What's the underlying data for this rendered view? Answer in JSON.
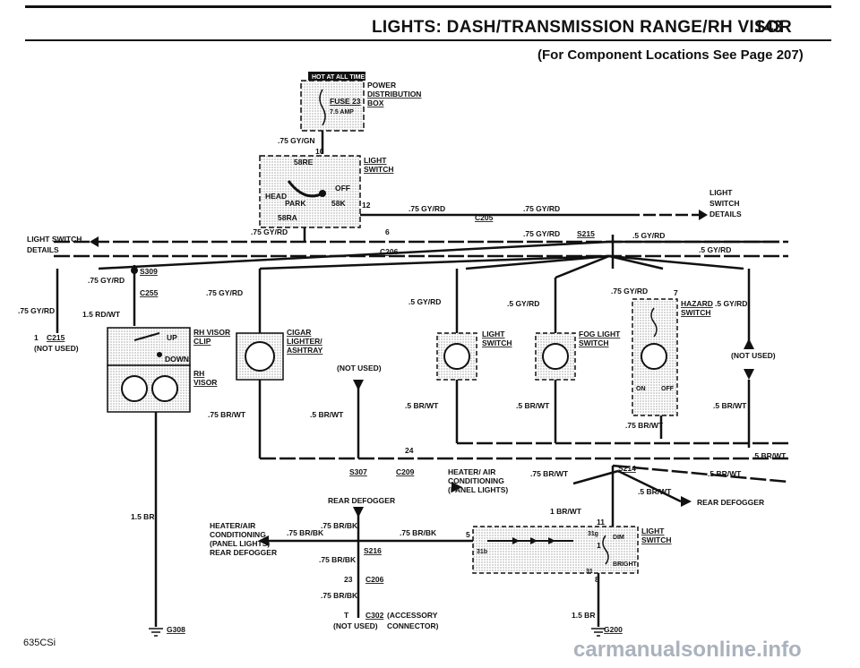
{
  "header": {
    "title": "LIGHTS: DASH/TRANSMISSION RANGE/RH VISOR",
    "page_number": "143",
    "subtitle": "(For Component Locations See Page 207)"
  },
  "footer": {
    "model": "635CSi",
    "watermark": "carmanualsonline.info"
  },
  "power_box": {
    "badge": "HOT AT ALL TIMES",
    "fuse": "FUSE 23",
    "amp": "7.5 AMP",
    "title_1": "POWER",
    "title_2": "DISTRIBUTION",
    "title_3": "BOX"
  },
  "light_switch_top": {
    "pin_in": "10",
    "pin_58re": "58RE",
    "head": "HEAD",
    "off": "OFF",
    "park": "PARK",
    "pin_58k": "58K",
    "pin_12": "12",
    "pin_58ra": "58RA",
    "name_1": "LIGHT",
    "name_2": "SWITCH"
  },
  "wires": {
    "gy_gn": ".75 GY/GN",
    "gy_rd_75": ".75 GY/RD",
    "gy_rd_5": ".5 GY/RD",
    "br_wt_75": ".75 BR/WT",
    "br_wt_5": ".5 BR/WT",
    "rd_wt": "1.5 RD/WT",
    "br_15": "1.5 BR",
    "br_1": "1 BR/WT",
    "br_bk": ".75 BR/BK"
  },
  "connectors": {
    "c205": "C205",
    "c206": "C206",
    "c255": "C255",
    "c215": "C215",
    "s215": "S215",
    "s309": "S309",
    "s307": "S307",
    "c209": "C209",
    "s214": "S214",
    "s216": "S216",
    "c302": "C302",
    "g308": "G308",
    "g200": "G200",
    "pin_6": "6",
    "pin_24": "24",
    "pin_23": "23",
    "pin_1": "1",
    "pin_7": "7",
    "pin_11": "11",
    "pin_5": "5",
    "pin_8": "8",
    "pin_t": "T"
  },
  "labels": {
    "ls_details": "LIGHT SWITCH\nDETAILS",
    "ls_details_r1": "LIGHT",
    "ls_details_r2": "SWITCH",
    "ls_details_r3": "DETAILS",
    "not_used": "(NOT USED)",
    "visor_clip_1": "RH VISOR",
    "visor_clip_2": "CLIP",
    "visor_1": "RH",
    "visor_2": "VISOR",
    "up": "UP",
    "down": "DOWN",
    "cigar_1": "CIGAR",
    "cigar_2": "LIGHTER/",
    "cigar_3": "ASHTRAY",
    "light_sw_1": "LIGHT",
    "light_sw_2": "SWITCH",
    "fog_1": "FOG LIGHT",
    "fog_2": "SWITCH",
    "hazard_1": "HAZARD",
    "hazard_2": "SWITCH",
    "on": "ON",
    "off": "OFF",
    "heater_1": "HEATER/ AIR",
    "heater_2": "CONDITIONING",
    "heater_3": "(PANEL LIGHTS)",
    "rear_defogger": "REAR DEFOGGER",
    "hvac_l1": "HEATER/AIR",
    "hvac_l2": "CONDITIONING",
    "hvac_l3": "(PANEL LIGHTS)",
    "hvac_l4": "REAR DEFOGGER",
    "accessory_1": "(ACCESSORY",
    "accessory_2": "(NOT USED)",
    "accessory_3": "CONNECTOR)",
    "dim": "DIM",
    "bright": "BRIGHT",
    "pin_31g": "31g",
    "pin_31b": "31b",
    "pin_31": "31"
  }
}
